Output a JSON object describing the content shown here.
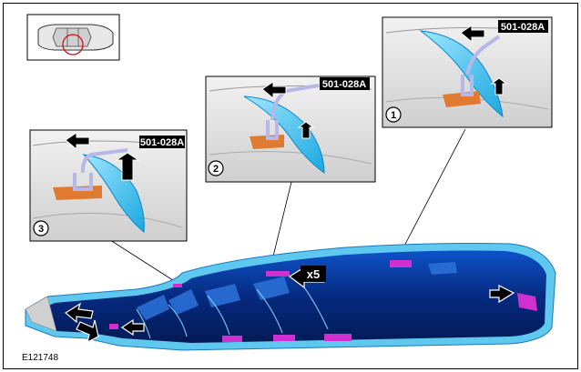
{
  "callouts": [
    {
      "number": "1",
      "tool_label": "501-028A"
    },
    {
      "number": "2",
      "tool_label": "501-028A"
    },
    {
      "number": "3",
      "tool_label": "501-028A"
    }
  ],
  "quantity_label": "x5",
  "figure_id": "E121748",
  "colors": {
    "trim_panel": "#5ec8ee",
    "trim_inner": "#0a3aa0",
    "clip": "#d030d0",
    "tool": "#b8b8e8",
    "adhesive_pad": "#e07a30",
    "label_bg": "#000000"
  }
}
